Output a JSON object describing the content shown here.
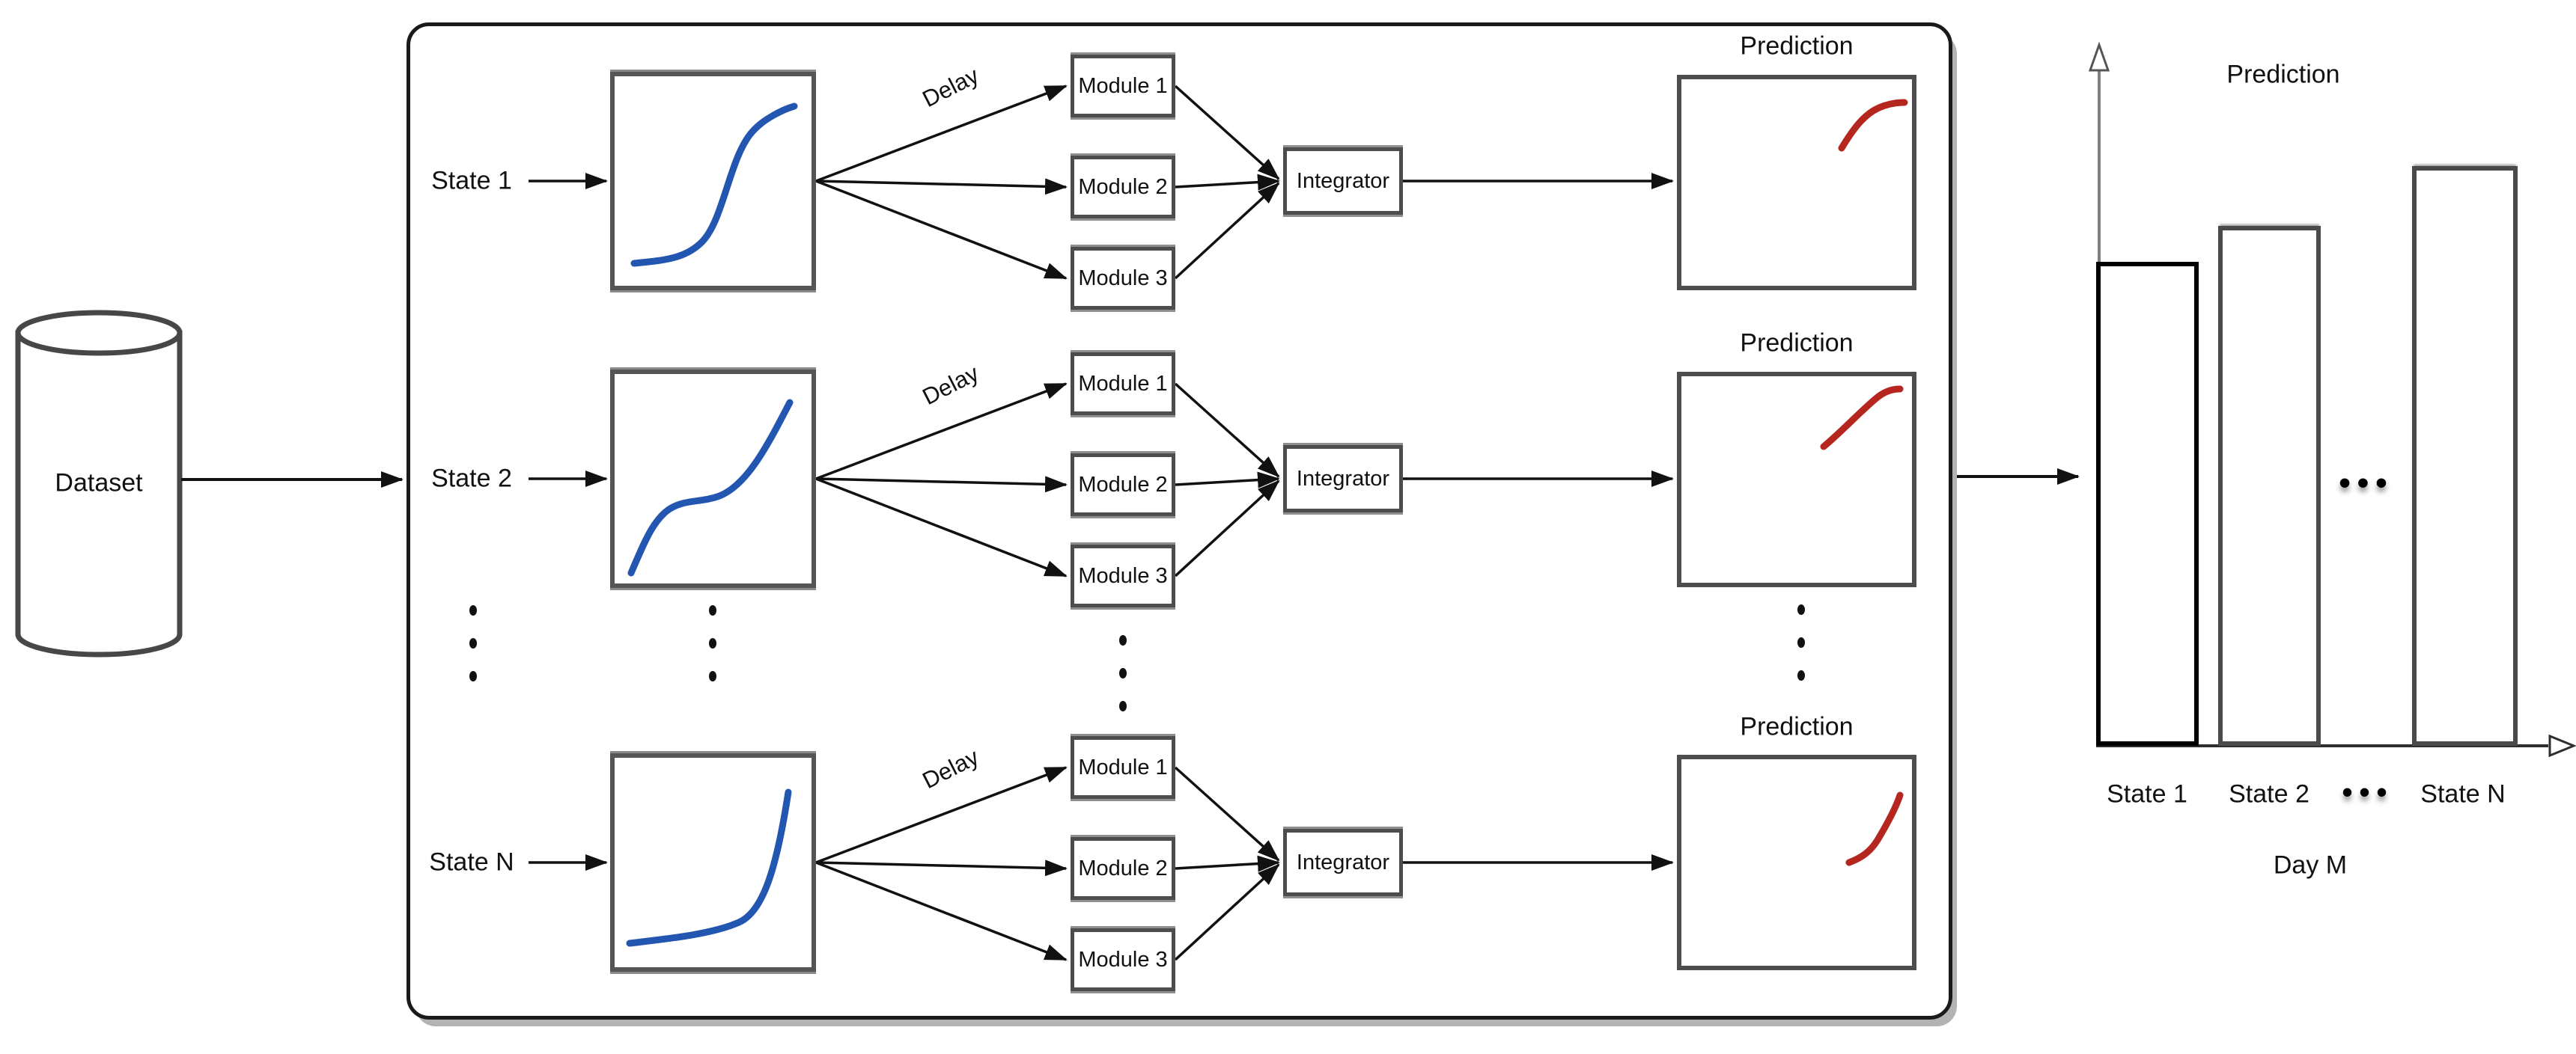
{
  "dataset": {
    "label": "Dataset"
  },
  "pipeline": {
    "rows": [
      {
        "state_label": "State 1",
        "delay_label": "Delay",
        "modules": [
          "Module 1",
          "Module 2",
          "Module 3"
        ],
        "integrator_label": "Integrator",
        "prediction_label": "Prediction"
      },
      {
        "state_label": "State 2",
        "delay_label": "Delay",
        "modules": [
          "Module 1",
          "Module 2",
          "Module 3"
        ],
        "integrator_label": "Integrator",
        "prediction_label": "Prediction"
      },
      {
        "state_label": "State N",
        "delay_label": "Delay",
        "modules": [
          "Module 1",
          "Module 2",
          "Module 3"
        ],
        "integrator_label": "Integrator",
        "prediction_label": "Prediction"
      }
    ]
  },
  "chart": {
    "title": "Prediction",
    "xlabel": "Day M",
    "x_categories": [
      "State 1",
      "State 2",
      "•••",
      "State N"
    ],
    "dots": "•••"
  },
  "colors": {
    "curve_blue": "#2356b0",
    "curve_red": "#b5271e",
    "line_black": "#1a1a1a",
    "box_border_gray": "#4d4d4d"
  }
}
